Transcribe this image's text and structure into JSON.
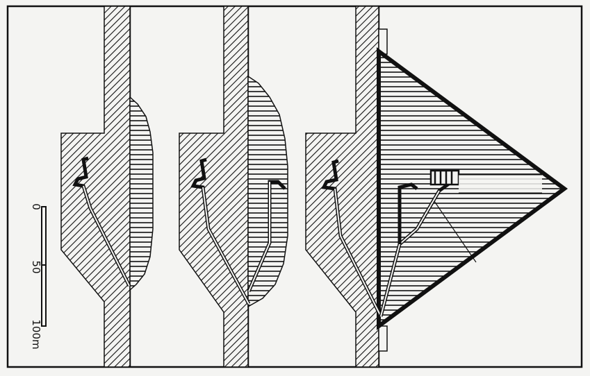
{
  "scale_bar": {
    "labels": [
      "0",
      "50",
      "100m"
    ]
  },
  "colors": {
    "ink": "#111111",
    "paper": "#f4f4f2"
  }
}
